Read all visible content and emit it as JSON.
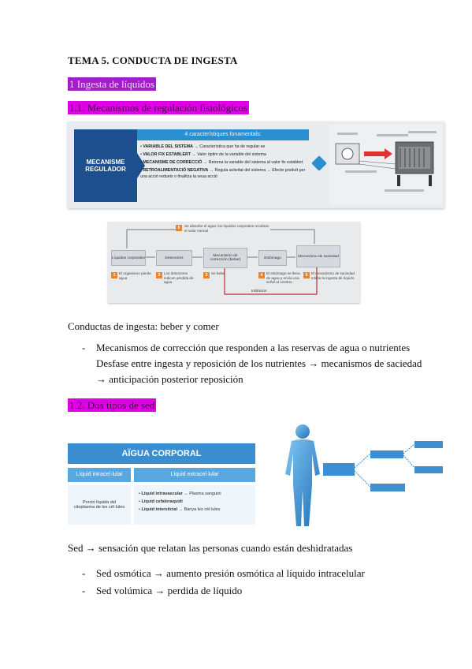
{
  "title": "TEMA 5. CONDUCTA DE INGESTA",
  "section1": "1 Ingesta de líquidos",
  "section1_1": "1.1. Mecanismos de regulación fisiológicos",
  "figure1": {
    "box_label": "MECANISME REGULADOR",
    "header": "4 característiques fonamentals:",
    "items": [
      {
        "bold": "VARIABLE DEL SISTEMA",
        "text": " → Característica que ha de regular-se"
      },
      {
        "bold": "VALOR FIX ESTABLERT",
        "text": " → Valor òptim de la variable del sistema"
      },
      {
        "bold": "MECANISME DE CORRECCIÓ",
        "text": " → Retorna la variable del sistema al valor fix establert"
      },
      {
        "bold": "RETROALIMENTACIÓ NEGATIVA",
        "text": " → Regula activitat del sistema → Efecte produït per una acció redueix o finalitza la seua acció"
      }
    ]
  },
  "figure2": {
    "top_note": "Se absorbe el agua; los líquidos corporales recobran el valor normal",
    "boxes": [
      "Líquidos corporales",
      "Detectores",
      "Mecanismo de corrección (beber)",
      "Estómago",
      "Mecanismo de saciedad"
    ],
    "captions": [
      "El organismo pierde agua",
      "Los detectores indican pérdida de agua",
      "Se bebe",
      "El estómago se llena de agua y envía una señal al cerebro",
      "El mecanismo de saciedad inhibe la ingesta de líquido"
    ],
    "nums": [
      "1",
      "2",
      "3",
      "4",
      "5",
      "6"
    ],
    "inhibition": "Inhibición"
  },
  "conductas": "Conductas de ingesta: beber y comer",
  "bullet1_line1": "Mecanismos de corrección que responden a las reservas de agua o nutrientes",
  "bullet1_line2": "Desfase entre ingesta y reposición de los nutrientes → mecanismos de saciedad",
  "bullet1_line3": "→ anticipación posterior reposición",
  "section1_2": "1.2. Dos tipos de sed",
  "figure3": {
    "header": "AÏGUA CORPORAL",
    "col1_head": "Líquid intracel·lular",
    "col2_head": "Líquid extracel·lular",
    "col1_body": "Porció líquida del citoplasma de les cèl·lules",
    "col2_items": [
      {
        "bold": "Líquid intravascular",
        "text": " → Plasma sanguini"
      },
      {
        "bold": "Líquid cefaloraquidi",
        "text": ""
      },
      {
        "bold": "Líquid intersticial",
        "text": " → Banya les cèl·lules"
      }
    ]
  },
  "sed_def": "Sed → sensación que relatan las personas cuando están deshidratadas",
  "bullet2": "Sed osmótica → aumento presión osmótica al líquido intracelular",
  "bullet3": "Sed volúmica → perdida de líquido",
  "dash": "-"
}
